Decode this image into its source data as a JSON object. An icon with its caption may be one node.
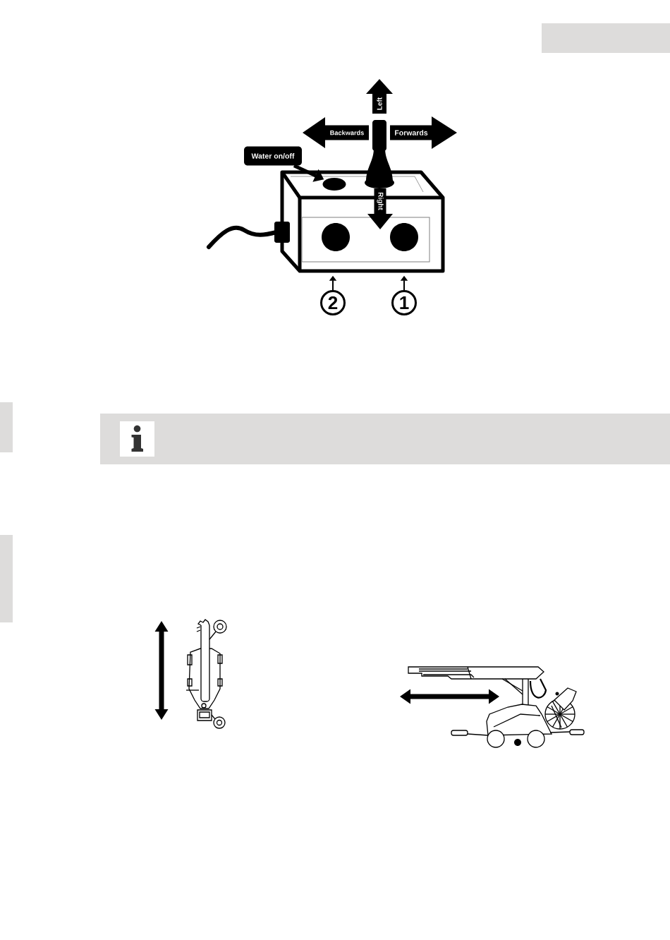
{
  "diagram": {
    "nodes": [
      {
        "text": [],
        "shape": "box"
      },
      {
        "text": [
          "Left"
        ]
      },
      {
        "text": [
          "Backwards"
        ]
      },
      {
        "text": [],
        "shape": "picture"
      },
      {
        "text": [
          "Forwards"
        ]
      },
      {
        "text": [
          "Water on/off"
        ]
      },
      {
        "text": [],
        "shape": "box"
      },
      {
        "text": [],
        "shape": "circle",
        "in": 6
      },
      {
        "text": [
          "Right"
        ],
        "in": 6
      },
      {
        "text": [
          "2"
        ]
      },
      {
        "text": [
          "1"
        ]
      },
      {
        "text": [],
        "shape": "box"
      },
      {
        "text": [],
        "shape": "box"
      }
    ],
    "edges": [
      {
        "from": 5,
        "to": 7,
        "arrow": "to",
        "style": "thick"
      },
      {
        "from": 9,
        "to": 6,
        "arrow": "to"
      },
      {
        "from": 10,
        "to": 6,
        "arrow": "to"
      }
    ]
  }
}
